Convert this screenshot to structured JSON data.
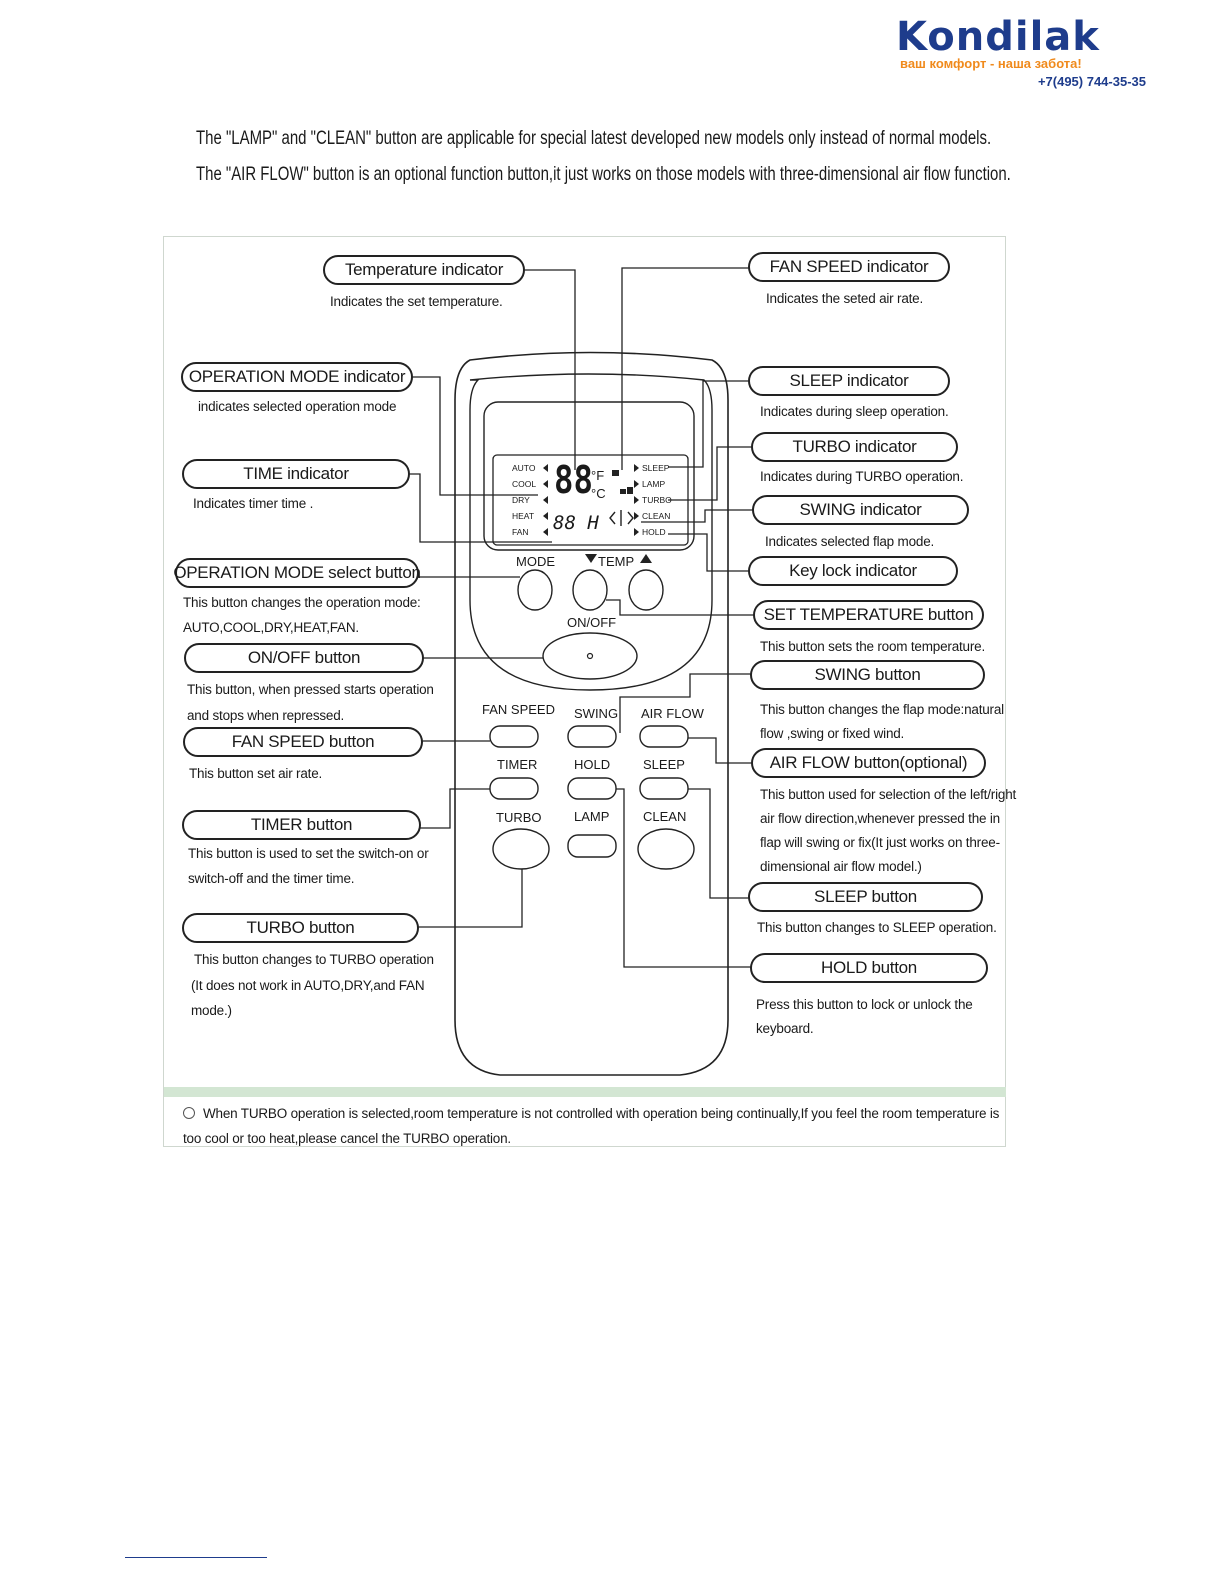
{
  "logo": {
    "brand": "Kondilak",
    "tagline": "ваш комфорт - наша забота!",
    "phone": "+7(495) 744-35-35"
  },
  "intro": {
    "line1": "The \"LAMP\" and \"CLEAN\" button are applicable for special latest developed new models only instead of normal models.",
    "line2": "The \"AIR FLOW\" button is an optional function button,it just works on those models with three-dimensional air flow function."
  },
  "callouts": {
    "temperature_indicator": {
      "title": "Temperature indicator",
      "desc": [
        "Indicates the set temperature."
      ]
    },
    "fan_speed_indicator": {
      "title": "FAN SPEED  indicator",
      "desc": [
        "Indicates the seted air rate."
      ]
    },
    "operation_mode_indicator": {
      "title": "OPERATION MODE indicator",
      "desc": [
        "indicates selected operation mode"
      ]
    },
    "sleep_indicator": {
      "title": "SLEEP  indicator",
      "desc": [
        "Indicates during sleep operation."
      ]
    },
    "time_indicator": {
      "title": "TIME indicator",
      "desc": [
        "Indicates timer time ."
      ]
    },
    "turbo_indicator": {
      "title": "TURBO indicator",
      "desc": [
        "Indicates during TURBO operation."
      ]
    },
    "swing_indicator": {
      "title": "SWING indicator",
      "desc": [
        "Indicates selected flap mode."
      ]
    },
    "operation_mode_button": {
      "title": "OPERATION MODE select button",
      "desc": [
        "This button changes  the operation mode:",
        "AUTO,COOL,DRY,HEAT,FAN."
      ]
    },
    "key_lock_indicator": {
      "title": "Key lock  indicator",
      "desc": []
    },
    "set_temperature_button": {
      "title": "SET TEMPERATURE button",
      "desc": [
        "This button sets the room temperature."
      ]
    },
    "on_off_button": {
      "title": "ON/OFF button",
      "desc": [
        "This button, when pressed starts operation",
        "and stops when repressed."
      ]
    },
    "swing_button": {
      "title": "SWING button",
      "desc": [
        "This button changes the flap mode:natural",
        "flow  ,swing or fixed wind."
      ]
    },
    "fan_speed_button": {
      "title": "FAN SPEED  button",
      "desc": [
        "This button set air rate."
      ]
    },
    "air_flow_button": {
      "title": "AIR FLOW  button(optional)",
      "desc": [
        "This button used for selection of the left/right",
        "air flow direction,whenever pressed the in",
        "flap will swing or fix(It just works on three-",
        "dimensional air flow model.)"
      ]
    },
    "timer_button": {
      "title": "TIMER  button",
      "desc": [
        "This button is used to set the switch-on or",
        "switch-off and the timer time."
      ]
    },
    "sleep_button": {
      "title": "SLEEP button",
      "desc": [
        "This button changes to SLEEP operation."
      ]
    },
    "turbo_button": {
      "title": "TURBO  button",
      "desc": [
        "This button changes to TURBO operation",
        "(It does not work in AUTO,DRY,and FAN",
        "mode.)"
      ]
    },
    "hold_button": {
      "title": "HOLD button",
      "desc": [
        "Press this button to lock or unlock the",
        "keyboard."
      ]
    }
  },
  "lcd": {
    "modes": [
      "AUTO",
      "COOL",
      "DRY",
      "HEAT",
      "FAN"
    ],
    "right_labels": [
      "SLEEP",
      "LAMP",
      "TURBO",
      "CLEAN",
      "HOLD"
    ],
    "temp_digits": "88",
    "unit_f": "°F",
    "unit_c": "°C",
    "timer_digits": "88 H"
  },
  "remote_buttons": {
    "mode": "MODE",
    "temp": "TEMP",
    "on_off": "ON/OFF",
    "fan_speed": "FAN SPEED",
    "swing": "SWING",
    "air_flow": "AIR FLOW",
    "timer": "TIMER",
    "hold": "HOLD",
    "sleep": "SLEEP",
    "turbo": "TURBO",
    "lamp": "LAMP",
    "clean": "CLEAN"
  },
  "note": "When TURBO operation is selected,room temperature is not controlled with operation being continually,If you feel the room temperature is too cool or too heat,please cancel the TURBO operation."
}
